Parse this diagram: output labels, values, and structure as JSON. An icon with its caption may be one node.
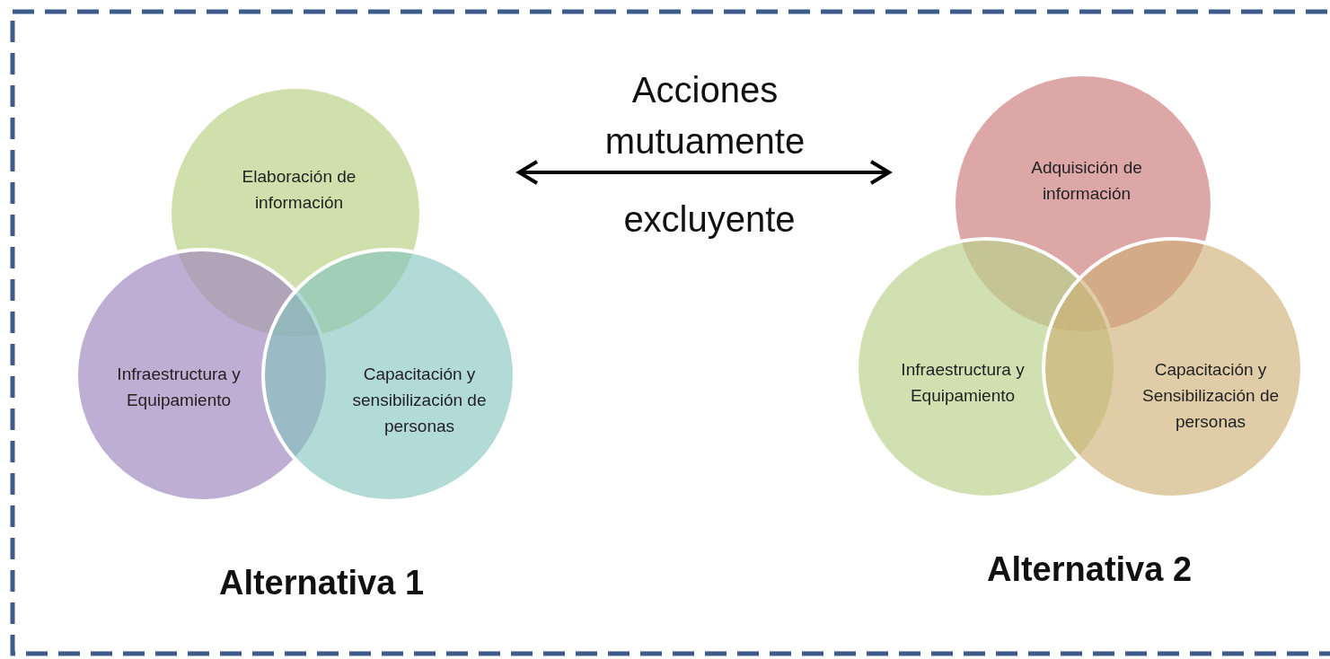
{
  "diagram": {
    "nodes": [
      {
        "text": [
          "Elaboración de información"
        ]
      },
      {
        "text": [
          "Infraestructura y Equipamiento"
        ]
      },
      {
        "text": [
          "Capacitación y sensibilización de personas"
        ]
      },
      {
        "text": [
          "Adquisición de información"
        ]
      },
      {
        "text": [
          "Infraestructura y Equipamiento"
        ]
      },
      {
        "text": [
          "Capacitación y Sensibilización de personas"
        ]
      }
    ],
    "edges": [],
    "labels": [
      "Acciones mutuamente",
      "excluyente",
      "Alternativa 1",
      "Alternativa 2"
    ]
  }
}
